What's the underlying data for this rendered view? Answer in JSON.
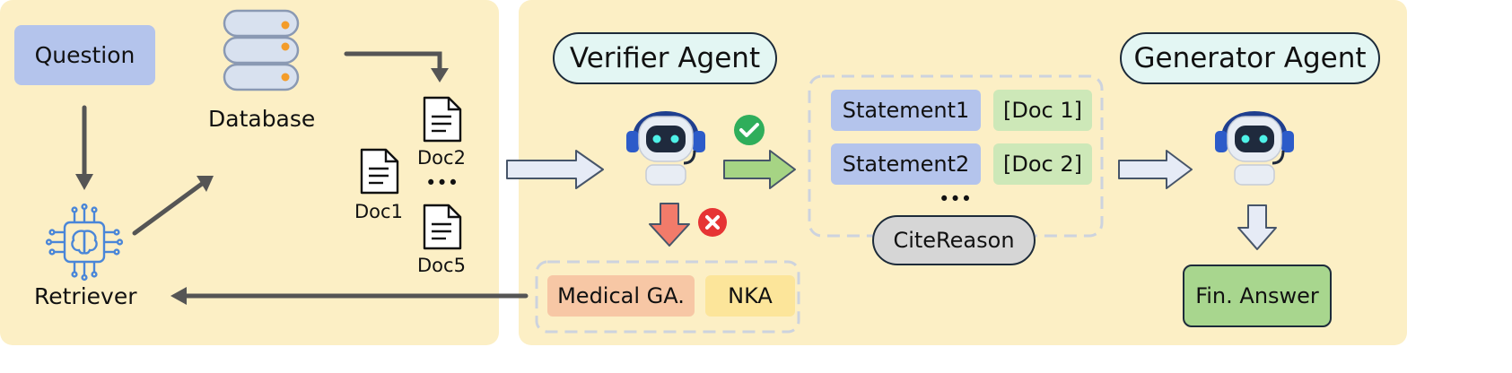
{
  "left": {
    "question": "Question",
    "database": "Database",
    "retriever": "Retriever",
    "docs": {
      "doc1": "Doc1",
      "doc2": "Doc2",
      "ellipsis": "•••",
      "doc5": "Doc5"
    }
  },
  "right": {
    "verifier_agent": "Verifier Agent",
    "generator_agent": "Generator Agent",
    "statements": [
      {
        "statement": "Statement1",
        "citation": "[Doc 1]"
      },
      {
        "statement": "Statement2",
        "citation": "[Doc 2]"
      }
    ],
    "statement_ellipsis": "•••",
    "cite_reason": "CiteReason",
    "medical_ga": "Medical GA.",
    "nka": "NKA",
    "final_answer": "Fin. Answer"
  },
  "colors": {
    "panel": "#fcefc5",
    "question_box": "#b4c4ec",
    "statement_box": "#b4c4ec",
    "citation_box": "#cde8b8",
    "medical_box": "#f7c7a5",
    "nka_box": "#fce59a",
    "cite_reason": "#d6d6d6",
    "agent_pill": "#e3f6f3",
    "answer_box": "#a8d68e",
    "check": "#2fae5b",
    "cross": "#e63434",
    "arrow_red": "#f27b6a",
    "arrow_green": "#a6d484",
    "arrow_light": "#e6ebf6"
  }
}
